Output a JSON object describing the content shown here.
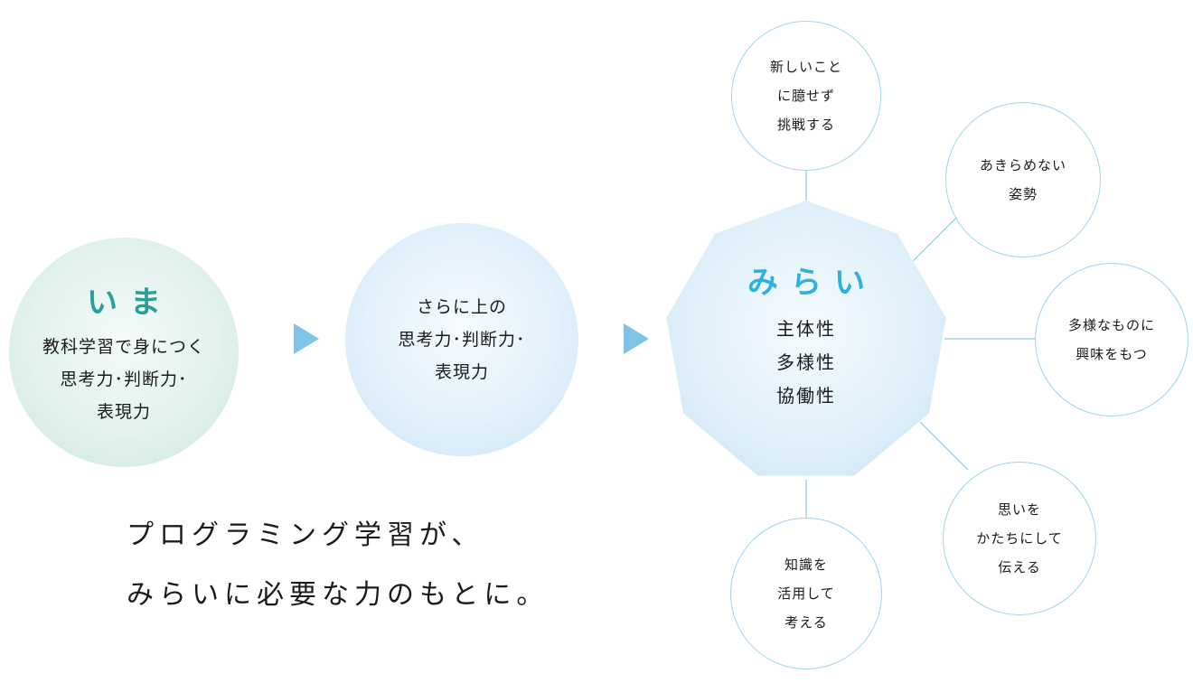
{
  "stage_now": {
    "title": "いま",
    "lines": [
      "教科学習で身につく",
      "思考力･判断力･",
      "表現力"
    ]
  },
  "stage_next": {
    "lines": [
      "さらに上の",
      "思考力･判断力･",
      "表現力"
    ]
  },
  "future": {
    "title": "みらい",
    "lines": [
      "主体性",
      "多様性",
      "協働性"
    ]
  },
  "satellites": [
    {
      "lines": [
        "新しいこと",
        "に臆せず",
        "挑戦する"
      ]
    },
    {
      "lines": [
        "あきらめない",
        "姿勢"
      ]
    },
    {
      "lines": [
        "多様なものに",
        "興味をもつ"
      ]
    },
    {
      "lines": [
        "思いを",
        "かたちにして",
        "伝える"
      ]
    },
    {
      "lines": [
        "知識を",
        "活用して",
        "考える"
      ]
    }
  ],
  "tagline": [
    "プログラミング学習が、",
    "みらいに必要な力のもとに。"
  ],
  "colors": {
    "now_title": "#2a9e97",
    "future_title": "#2bb2df",
    "arrow": "#7fc4e6",
    "connector": "#9fd3ee"
  }
}
